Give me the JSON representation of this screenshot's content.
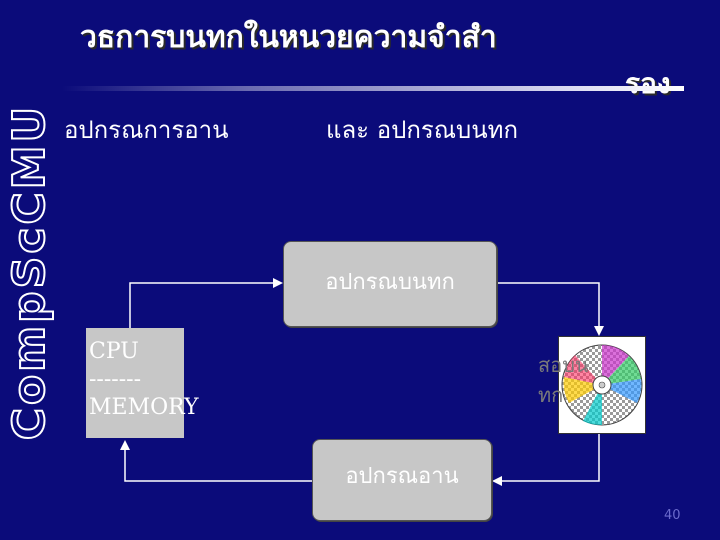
{
  "side_title": "CompScCMU",
  "heading": {
    "line1": "วธการบนทกในหนวยความจำสำ",
    "line2": "รอง"
  },
  "subheading": {
    "left": "อปกรณการอาน",
    "right": "และ อปกรณบนทก"
  },
  "diagram": {
    "write_device": "อปกรณบนทก",
    "read_device": "อปกรณอาน",
    "cpu_line1": "CPU",
    "cpu_line2": "-------",
    "cpu_line3": "MEMORY",
    "disk_label_line1": "สอบน",
    "disk_label_line2": "ทก"
  },
  "page_number": "40",
  "colors": {
    "background": "#0b0b7a",
    "box": "#c7c7c7",
    "text": "#ffffff"
  }
}
